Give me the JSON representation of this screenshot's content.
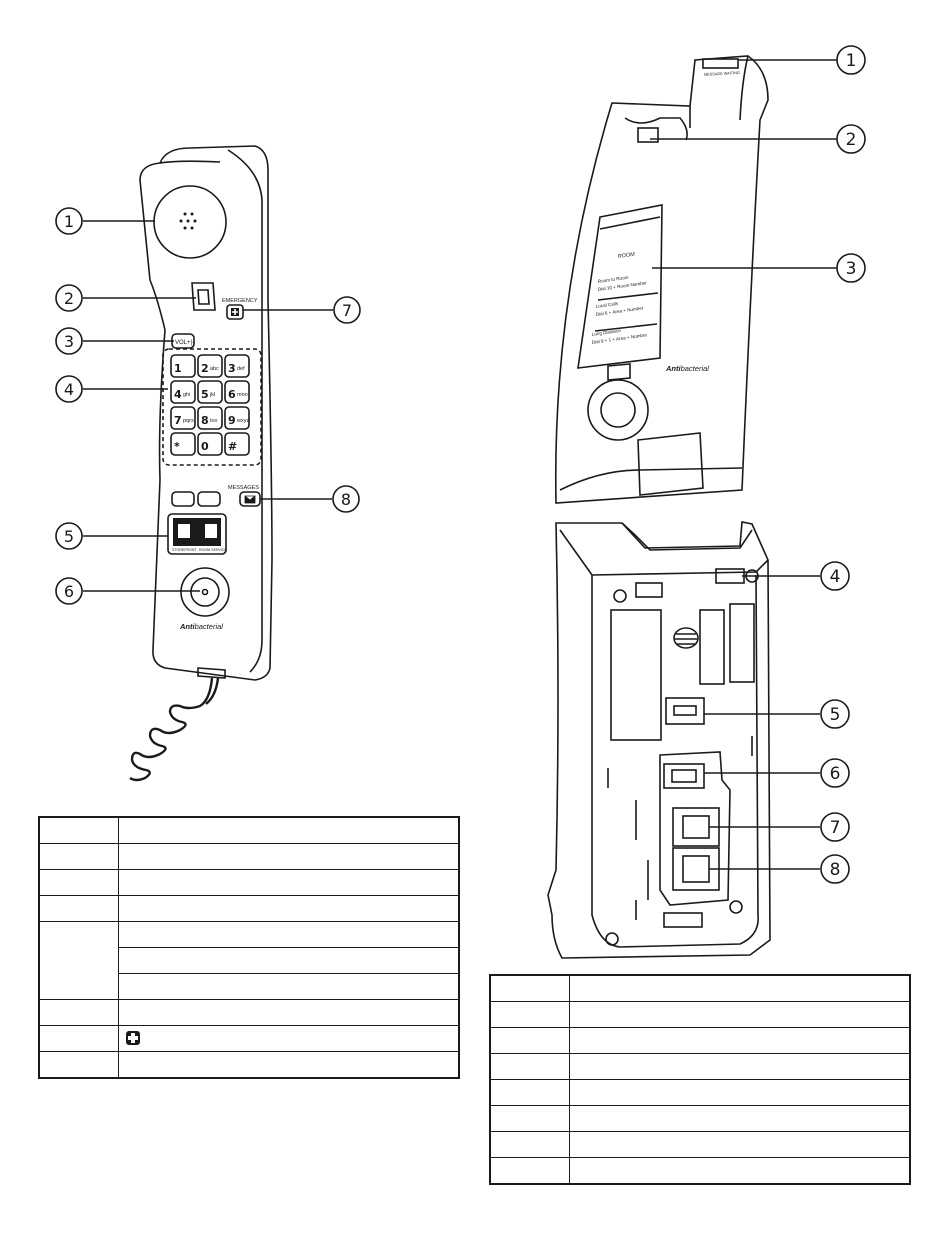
{
  "handset_front": {
    "callouts": [
      "1",
      "2",
      "3",
      "4",
      "5",
      "6",
      "7",
      "8"
    ],
    "labels": {
      "emergency": "EMERGENCY",
      "vol": "VOL+|-",
      "messages": "MESSAGES",
      "brand_bold": "Anti",
      "brand_rest": "bacterial",
      "storefront": "STOREFRONT",
      "room_service": "ROOM SERVICE"
    },
    "keys": [
      {
        "digit": "1",
        "letters": ""
      },
      {
        "digit": "2",
        "letters": "abc"
      },
      {
        "digit": "3",
        "letters": "def"
      },
      {
        "digit": "4",
        "letters": "ghi"
      },
      {
        "digit": "5",
        "letters": "jkl"
      },
      {
        "digit": "6",
        "letters": "mno"
      },
      {
        "digit": "7",
        "letters": "pqrs"
      },
      {
        "digit": "8",
        "letters": "tuv"
      },
      {
        "digit": "9",
        "letters": "wxyz"
      },
      {
        "digit": "*",
        "letters": ""
      },
      {
        "digit": "0",
        "letters": ""
      },
      {
        "digit": "#",
        "letters": ""
      }
    ]
  },
  "handset_side": {
    "callouts": [
      "1",
      "2",
      "3"
    ],
    "labels": {
      "message_waiting": "MESSAGE WAITING",
      "room": "ROOM",
      "room_to_room": "Room to Room",
      "room_to_room_dial": "Dial 10 + Room Number",
      "local_calls": "Local Calls",
      "local_calls_dial": "Dial 6 + Area + Number",
      "long_distance": "Long Distance",
      "long_distance_dial": "Dial 9 + 1 + Area + Number",
      "brand_bold": "Anti",
      "brand_rest": "bacterial"
    }
  },
  "handset_back": {
    "callouts": [
      "4",
      "5",
      "6",
      "7",
      "8"
    ]
  },
  "left_table": {
    "rows": [
      "",
      "",
      "",
      "",
      "",
      "",
      "",
      "",
      "",
      ""
    ],
    "emergency_icon": "emergency-cross-icon"
  },
  "right_table": {
    "rows": [
      "",
      "",
      "",
      "",
      "",
      "",
      "",
      ""
    ]
  },
  "colors": {
    "ink": "#1a1a1a",
    "paper": "#ffffff",
    "shade": "#f4f4f4"
  }
}
